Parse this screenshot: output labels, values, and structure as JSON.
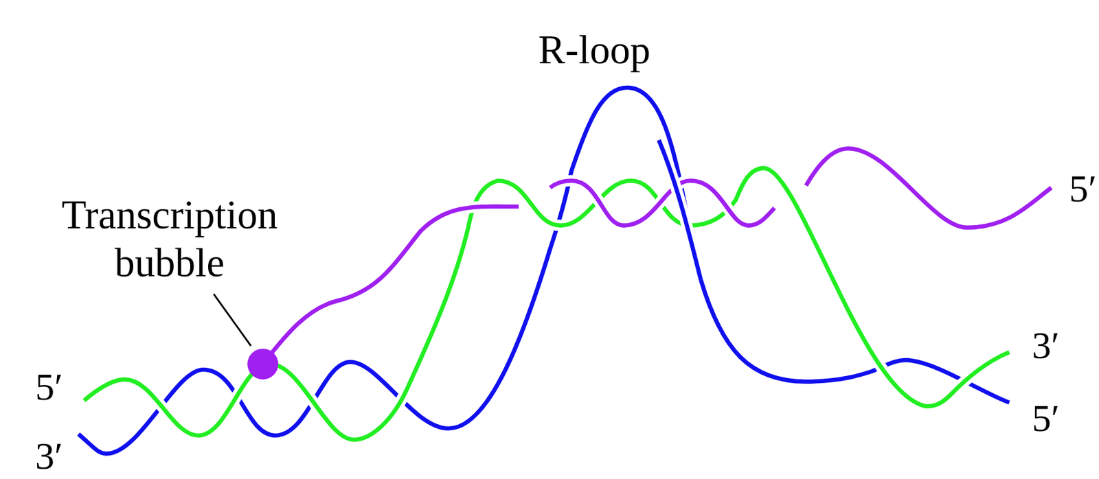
{
  "diagram": {
    "labels": [
      "R-loop",
      "Transcription bubble",
      "5′",
      "3′",
      "5′",
      "3′",
      "5′"
    ]
  }
}
